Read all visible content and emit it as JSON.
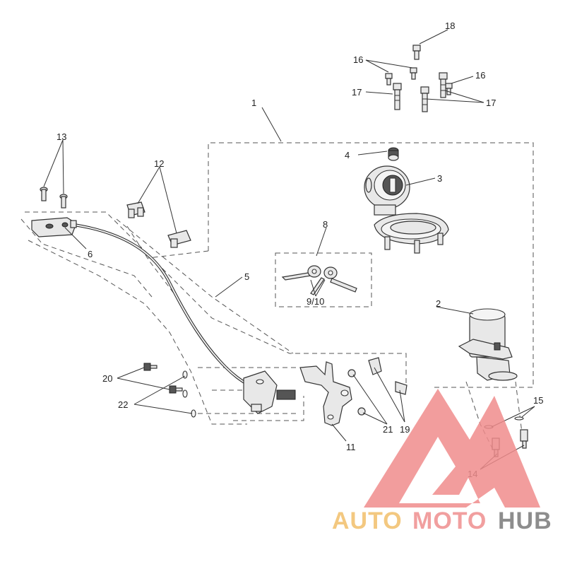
{
  "callouts": {
    "c1": "1",
    "c2": "2",
    "c3": "3",
    "c4": "4",
    "c5": "5",
    "c6": "6",
    "c8": "8",
    "c9_10": "9/10",
    "c11": "11",
    "c12": "12",
    "c13": "13",
    "c14": "14",
    "c15": "15",
    "c16a": "16",
    "c16b": "16",
    "c17a": "17",
    "c17b": "17",
    "c18": "18",
    "c19": "19",
    "c20": "20",
    "c21": "21",
    "c22": "22"
  },
  "watermark": {
    "part1": "AUTO",
    "part2": "MOTO",
    "part3": "HUB",
    "colors": {
      "auto": "#f2bf6a",
      "moto": "#ef8f8f",
      "hub": "#7a7a7a",
      "logo": "#f08c8c"
    }
  }
}
